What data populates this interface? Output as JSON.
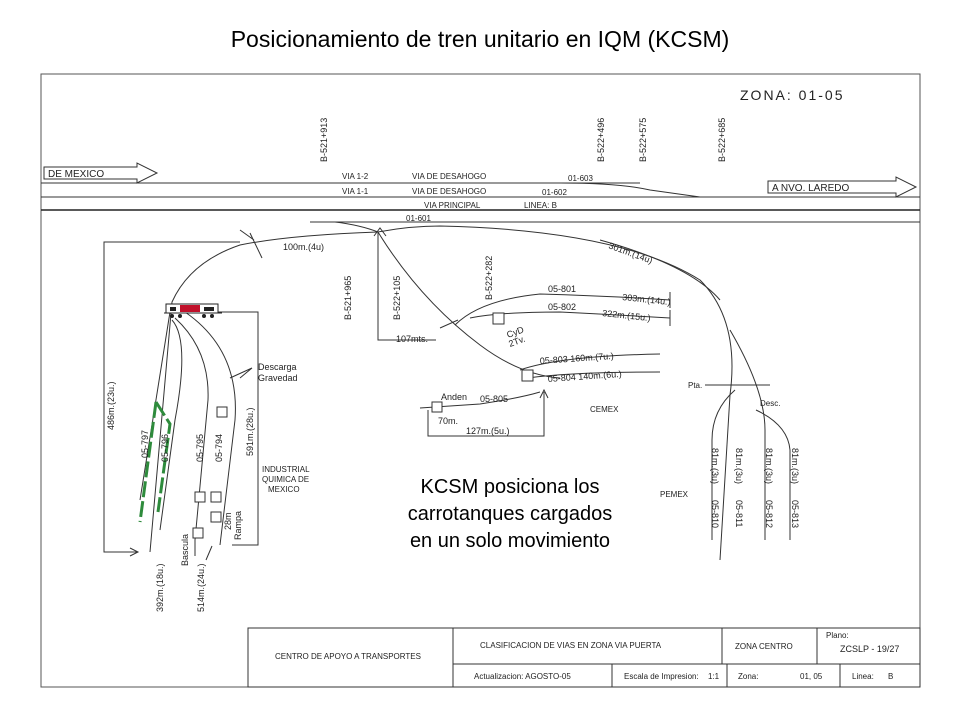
{
  "title": "Posicionamiento de tren unitario en IQM (KCSM)",
  "caption": {
    "line1": "KCSM posiciona los",
    "line2": "carrotanques cargados",
    "line3": "en un solo movimiento"
  },
  "plan": {
    "zona": "ZONA:  01-05",
    "de_mexico": "DE MEXICO",
    "a_nvo_laredo": "A NVO. LAREDO",
    "via_1_2": "VIA 1-2",
    "via_1_1": "VIA 1-1",
    "via_desahogo_a": "VIA DE DESAHOGO",
    "via_desahogo_b": "VIA DE DESAHOGO",
    "via_principal": "VIA PRINCIPAL",
    "linea_b": "LINEA: B",
    "track_01_603": "01-603",
    "track_01_602": "01-602",
    "track_01_601": "01-601",
    "km_b521_913": "B-521+913",
    "km_b522_496": "B-522+496",
    "km_b522_575": "B-522+575",
    "km_b522_685": "B-522+685",
    "km_b521_965": "B-521+965",
    "km_b522_105": "B-522+105",
    "km_b522_282": "B-522+282",
    "len_100m": "100m.(4u)",
    "len_301m": "301m.(14u)",
    "len_486m": "486m.(23u.)",
    "len_107mts": "107mts.",
    "track_05_801": "05-801",
    "len_303m": "303m.(14u.)",
    "track_05_802": "05-802",
    "len_322m": "322m.(15u.)",
    "cyd": "CyD",
    "cyd_2tv": "2Tv.",
    "track_05_803": "05-803 160m.(7u.)",
    "track_05_804": "05-804 140m.(6u.)",
    "anden": "Anden",
    "track_05_805": "05-805",
    "len_70m": "70m.",
    "len_127m": "127m.(5u.)",
    "cemex": "CEMEX",
    "pemex": "PEMEX",
    "pta": "Pta.",
    "desc": "Desc.",
    "descarga": "Descarga",
    "gravedad": "Gravedad",
    "len_591m": "591m.(28u.)",
    "industrial_1": "INDUSTRIAL",
    "industrial_2": "QUIMICA DE",
    "industrial_3": "MEXICO",
    "track_05_797": "05-797",
    "track_05_796": "05-796",
    "track_05_795": "05-795",
    "track_05_794": "05-794",
    "bascula": "Bascula",
    "rampa_28m": "28m",
    "rampa": "Rampa",
    "len_392m": "392m.(18u.)",
    "len_514m": "514m.(24u.)",
    "len_81m_a": "81m.(3u)",
    "len_81m_b": "81m.(3u)",
    "len_81m_c": "81m.(3u)",
    "len_81m_d": "81m.(3u)",
    "track_05_810": "05-810",
    "track_05_811": "05-811",
    "track_05_812": "05-812",
    "track_05_813": "05-813"
  },
  "title_block": {
    "centro": "CENTRO DE APOYO A TRANSPORTES",
    "clasificacion": "CLASIFICACION DE VIAS EN ZONA VIA PUERTA",
    "zona_centro": "ZONA CENTRO",
    "plano_label": "Plano:",
    "plano_value": "ZCSLP  -  19/27",
    "actualizacion": "Actualizacion:   AGOSTO-05",
    "escala_label": "Escala de Impresion:",
    "escala_value": "1:1",
    "zona_label": "Zona:",
    "zona_value": "01, 05",
    "linea_label": "Linea:",
    "linea_value": "B"
  },
  "colors": {
    "highlight": "#2e8b3c",
    "locomotive": "#c0102a"
  }
}
